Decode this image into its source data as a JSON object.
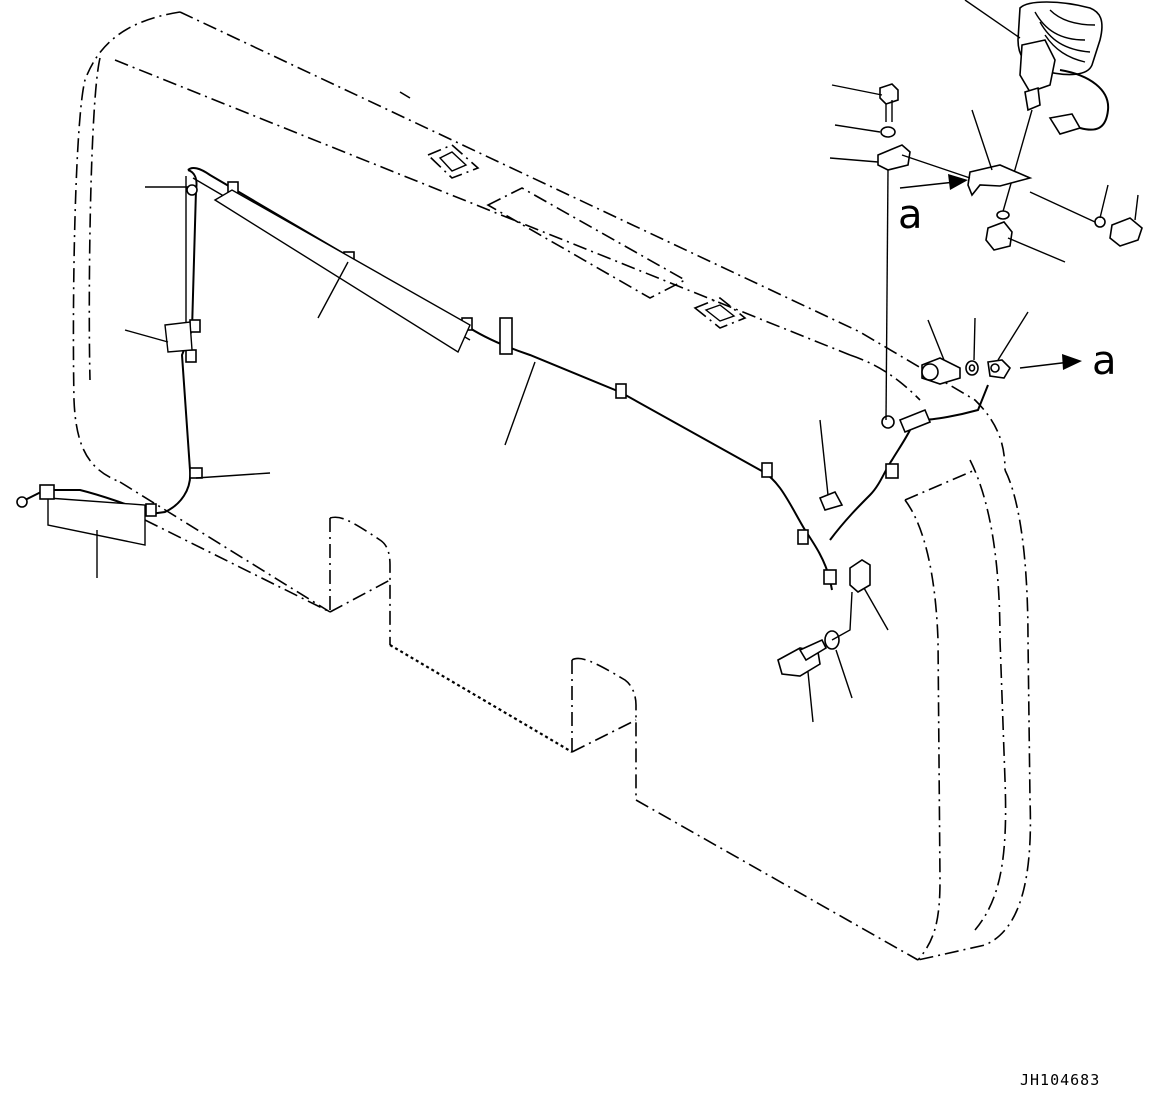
{
  "drawing": {
    "id": "JH104683",
    "reference_marks": [
      "a",
      "a"
    ]
  }
}
